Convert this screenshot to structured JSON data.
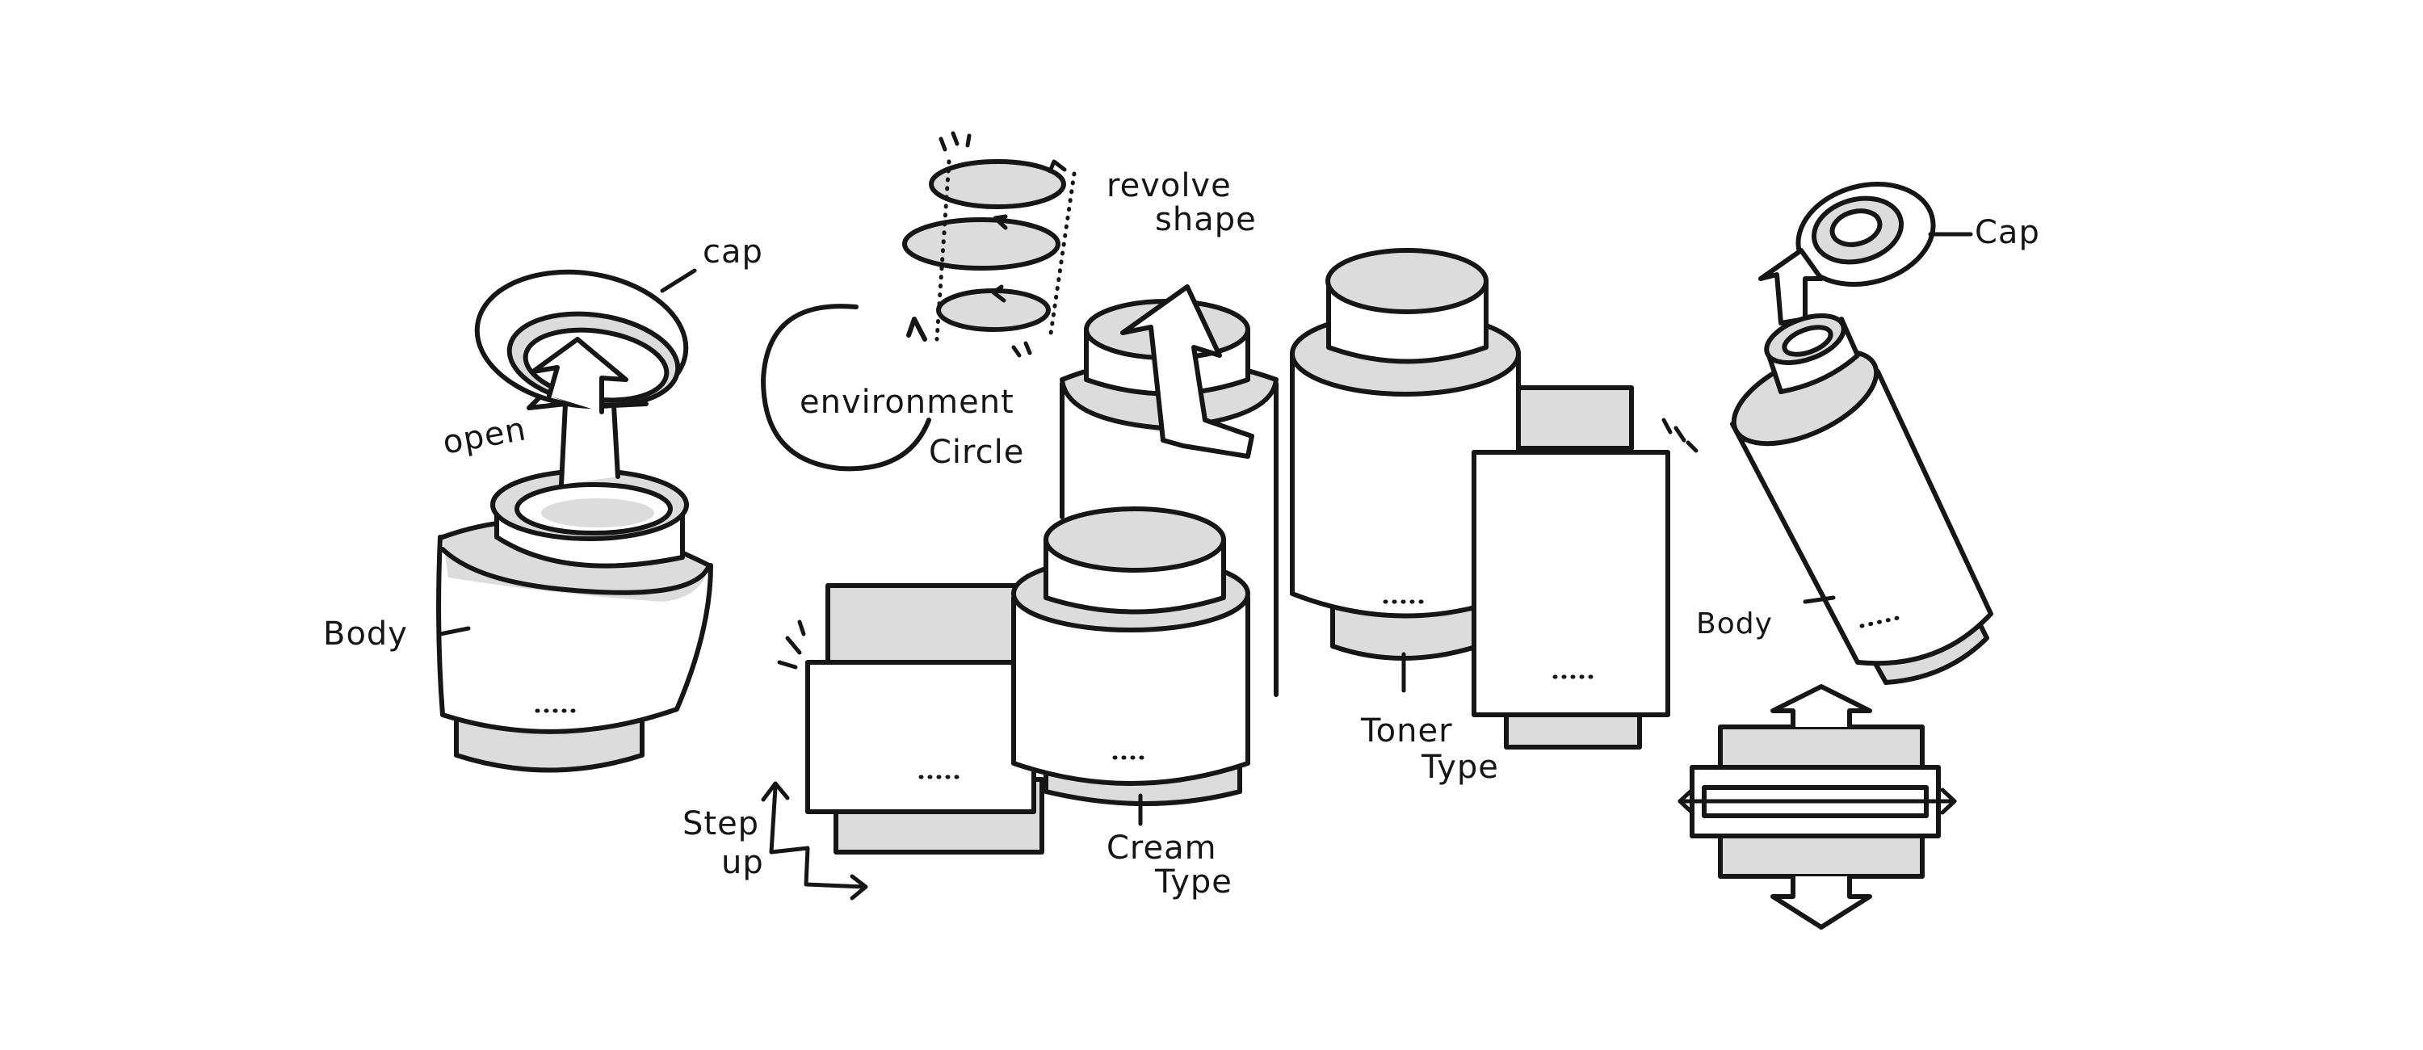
{
  "labels": {
    "cap_left": "cap",
    "open": "open",
    "body_left": "Body",
    "revolve_shape_line1": "revolve",
    "revolve_shape_line2": "shape",
    "environment_circle_line1": "environment",
    "environment_circle_line2": "Circle",
    "step_up_line1": "Step",
    "step_up_line2": "up",
    "cream_type_line1": "Cream",
    "cream_type_line2": "Type",
    "toner_type_line1": "Toner",
    "toner_type_line2": "Type",
    "cap_right": "Cap",
    "body_right": "Body",
    "ellipsis": "..."
  },
  "colors": {
    "ink": "#161616",
    "shade": "#dcdcdc",
    "paper": "#ffffff"
  }
}
